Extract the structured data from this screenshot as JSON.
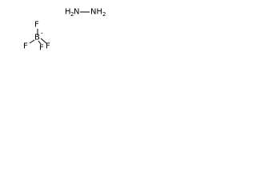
{
  "hydrazine": {
    "left_group": {
      "symbol": "H",
      "subscript": "2",
      "element": "N"
    },
    "right_group": {
      "symbol": "NH",
      "subscript": "2"
    }
  },
  "tetrafluoroborate": {
    "center": "B",
    "charge": "-",
    "fluorines": [
      "F",
      "F",
      "F",
      "F"
    ]
  },
  "colors": {
    "ink": "#000000",
    "background": "#ffffff"
  }
}
